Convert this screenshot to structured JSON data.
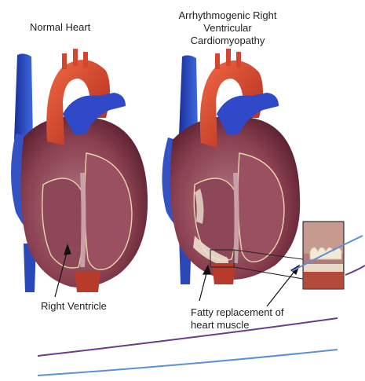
{
  "labels": {
    "normal_heart": "Normal Heart",
    "arvc_line1": "Arrhythmogenic Right Ventricular",
    "arvc_line2": "Cardiomyopathy",
    "right_ventricle": "Right Ventricle",
    "fatty_line1": "Fatty replacement of",
    "fatty_line2": "heart muscle"
  },
  "colors": {
    "aorta": "#d8452e",
    "vein": "#2b55c8",
    "pulmonary": "#2f49c9",
    "myocardium": "#8a3b4a",
    "chamber_wall": "#b88a96",
    "fat": "#eee0cf",
    "curve_purple": "#6a3b8e",
    "curve_blue": "#5b8fd6"
  }
}
